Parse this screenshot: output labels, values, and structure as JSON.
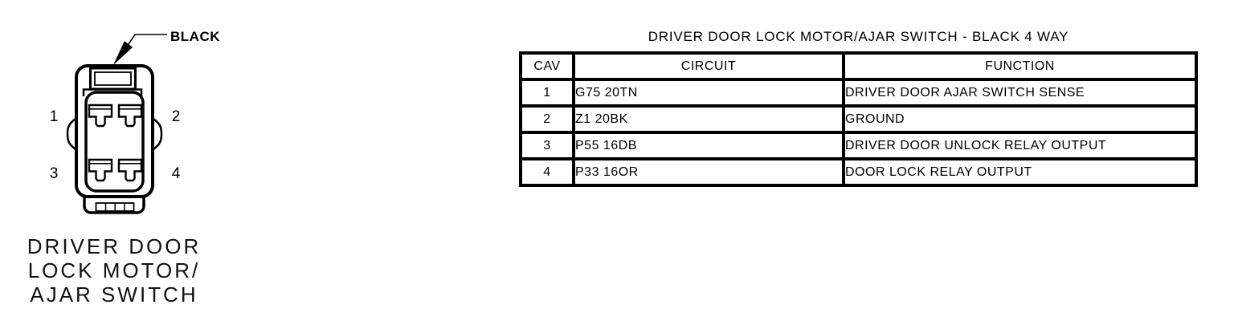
{
  "diagram": {
    "color_label": "BLACK",
    "pin_labels": [
      "1",
      "2",
      "3",
      "4"
    ],
    "caption_lines": [
      "DRIVER DOOR",
      "LOCK MOTOR/",
      "AJAR SWITCH"
    ]
  },
  "connector_table": {
    "title": "DRIVER DOOR LOCK MOTOR/AJAR SWITCH - BLACK 4 WAY",
    "headers": [
      "CAV",
      "CIRCUIT",
      "FUNCTION"
    ],
    "rows": [
      {
        "cav": "1",
        "circuit": "G75 20TN",
        "function": "DRIVER DOOR AJAR SWITCH SENSE"
      },
      {
        "cav": "2",
        "circuit": "Z1 20BK",
        "function": "GROUND"
      },
      {
        "cav": "3",
        "circuit": "P55 16DB",
        "function": "DRIVER DOOR UNLOCK RELAY OUTPUT"
      },
      {
        "cav": "4",
        "circuit": "P33 16OR",
        "function": "DOOR LOCK RELAY OUTPUT"
      }
    ]
  },
  "colors": {
    "ink": "#000000",
    "background": "#ffffff"
  }
}
